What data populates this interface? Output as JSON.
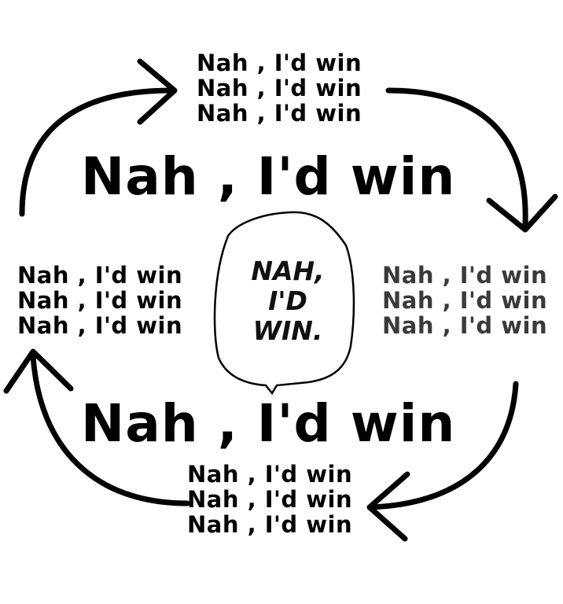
{
  "cycle": {
    "top_lines": [
      "Nah , I'd win",
      "Nah , I'd win",
      "Nah , I'd win"
    ],
    "upper_big": "Nah , I'd win",
    "left_lines": [
      "Nah , I'd win",
      "Nah , I'd win",
      "Nah , I'd win"
    ],
    "right_lines": [
      "Nah , I'd win",
      "Nah , I'd win",
      "Nah , I'd win"
    ],
    "lower_big": "Nah , I'd win",
    "bottom_lines": [
      "Nah , I'd win",
      "Nah , I'd win",
      "Nah , I'd win"
    ]
  },
  "speech_bubble": {
    "lines": [
      "NAH,",
      "I'D",
      "WIN."
    ]
  },
  "colors": {
    "text": "#000000",
    "right_text": "#3a3a3a",
    "arrows": "#000000",
    "background": "#ffffff"
  }
}
